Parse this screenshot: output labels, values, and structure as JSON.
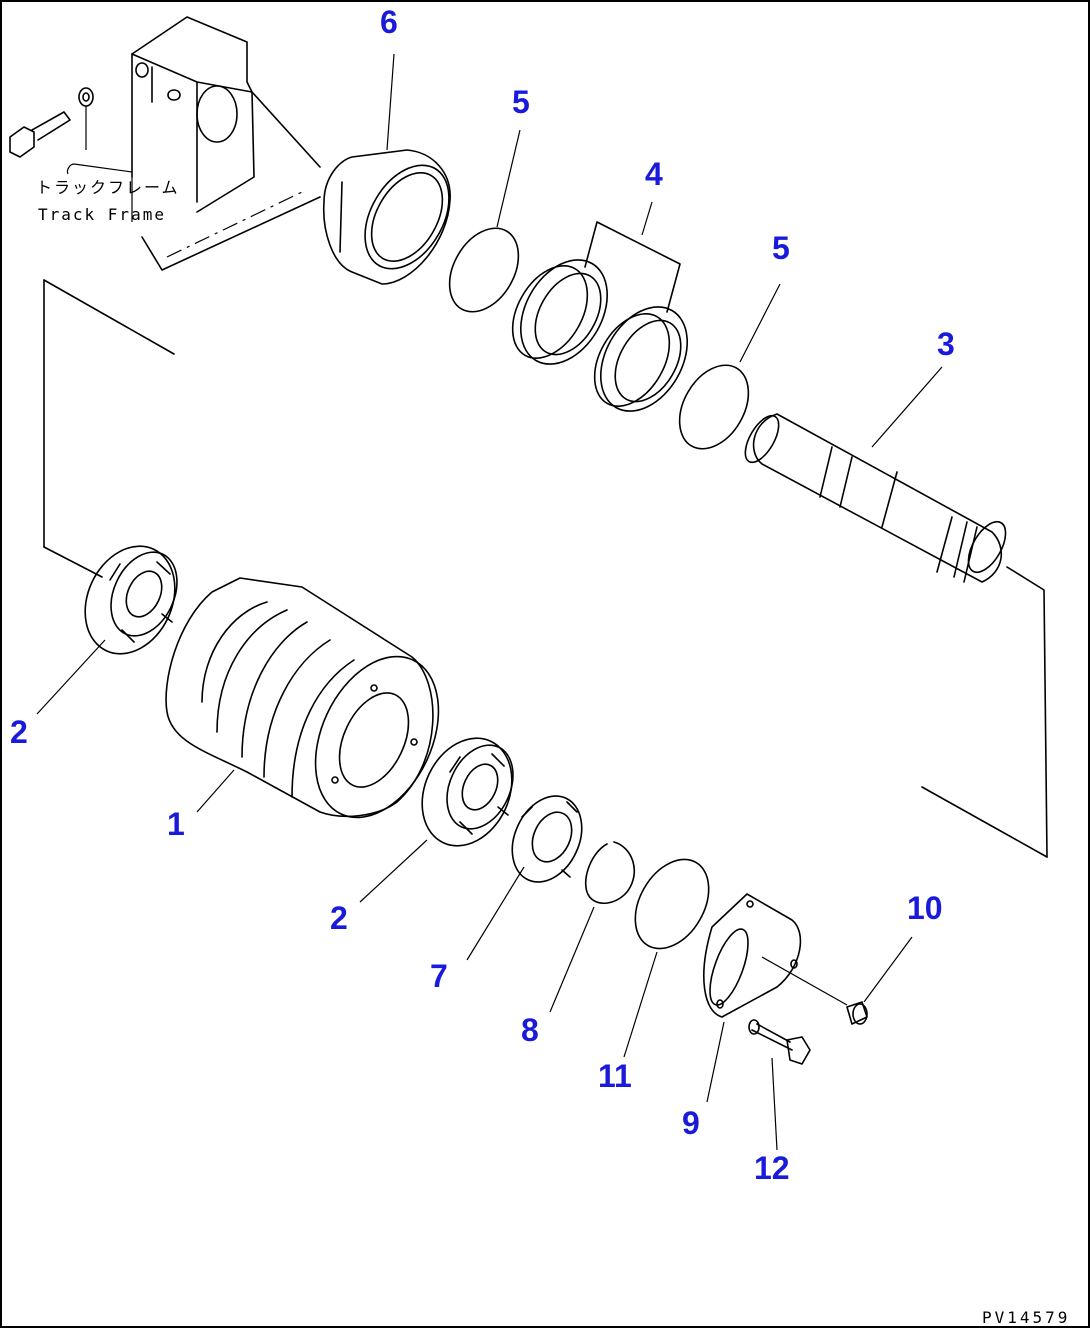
{
  "callouts": [
    {
      "id": "6",
      "label": "6"
    },
    {
      "id": "5a",
      "label": "5"
    },
    {
      "id": "4",
      "label": "4"
    },
    {
      "id": "5b",
      "label": "5"
    },
    {
      "id": "3",
      "label": "3"
    },
    {
      "id": "2a",
      "label": "2"
    },
    {
      "id": "1",
      "label": "1"
    },
    {
      "id": "2b",
      "label": "2"
    },
    {
      "id": "7",
      "label": "7"
    },
    {
      "id": "8",
      "label": "8"
    },
    {
      "id": "11",
      "label": "11"
    },
    {
      "id": "9",
      "label": "9"
    },
    {
      "id": "10",
      "label": "10"
    },
    {
      "id": "12",
      "label": "12"
    }
  ],
  "track_frame": {
    "label_jp": "トラックフレーム",
    "label_en": "Track Frame"
  },
  "drawing_code": "PV14579",
  "colors": {
    "callout": "#1a1adb",
    "line": "#000000",
    "background": "#ffffff"
  }
}
